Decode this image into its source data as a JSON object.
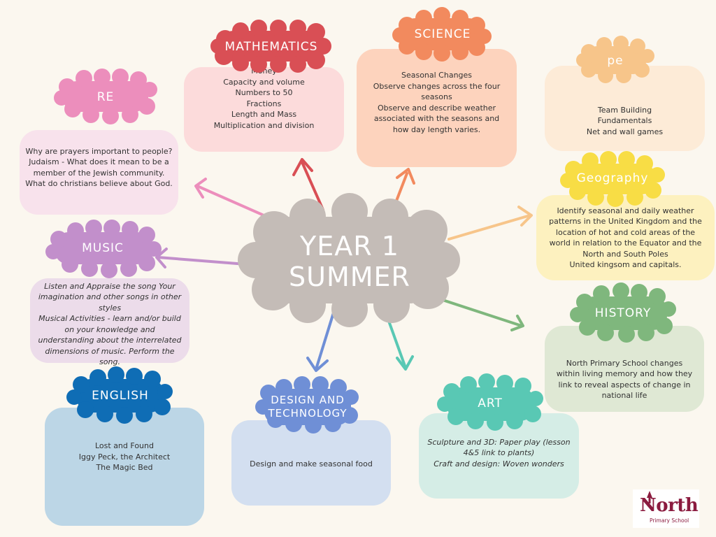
{
  "center": {
    "line1": "YEAR 1",
    "line2": "SUMMER",
    "color": "#c4bcb7"
  },
  "subjects": {
    "mathematics": {
      "label": "MATHEMATICS",
      "color": "#d94f55",
      "box_color": "#fcdbdb",
      "lines": [
        "Money",
        "Capacity and volume",
        "Numbers to 50",
        "Fractions",
        "Length and Mass",
        "Multiplication and division"
      ]
    },
    "science": {
      "label": "SCIENCE",
      "color": "#f28a5e",
      "box_color": "#fdd3bd",
      "lines": [
        "Seasonal Changes",
        "Observe changes across the four seasons",
        "Observe and describe weather associated with the seasons and how day length varies."
      ]
    },
    "pe": {
      "label": "pe",
      "color": "#f7c58a",
      "box_color": "#fdebd7",
      "lines": [
        "Team Building",
        "Fundamentals",
        "Net and wall games"
      ]
    },
    "re": {
      "label": "RE",
      "color": "#ec8ebc",
      "box_color": "#f8e2ec",
      "lines": [
        "Why are prayers important to people?",
        "Judaism - What does it mean to be a member of the Jewish community.",
        "What do christians believe about God."
      ]
    },
    "geography": {
      "label": "Geography",
      "color": "#f8dd45",
      "box_color": "#fdf1bf",
      "lines": [
        "Identify seasonal and daily weather patterns in the United Kingdom and the location of hot and cold areas of the world in relation to the Equator and the North and South Poles",
        "United kingsom and capitals."
      ]
    },
    "music": {
      "label": "MUSIC",
      "color": "#c28fcb",
      "box_color": "#ecdcea",
      "lines": [
        "Listen and Appraise the song Your imagination and other songs in other styles",
        "Musical Activities - learn and/or build on your knowledge and understanding about the interrelated dimensions of music. Perform the song."
      ]
    },
    "history": {
      "label": "HISTORY",
      "color": "#7fb77d",
      "box_color": "#dfe8d4",
      "lines": [
        "North Primary School changes within living memory and how  they link to reveal aspects of change in national life"
      ]
    },
    "english": {
      "label": "ENGLISH",
      "color": "#0f6db5",
      "box_color": "#bcd6e6",
      "lines": [
        "Lost and Found",
        "Iggy Peck, the Architect",
        "The Magic Bed"
      ]
    },
    "design_technology": {
      "label": "DESIGN AND TECHNOLOGY",
      "color": "#6f8fd6",
      "box_color": "#d3dff0",
      "lines": [
        "Design and make seasonal food"
      ]
    },
    "art": {
      "label": "ART",
      "color": "#59c8b4",
      "box_color": "#d5ede6",
      "lines": [
        "Sculpture and 3D: Paper play (lesson 4&5 link to plants)",
        "Craft and design: Woven wonders"
      ]
    }
  },
  "logo": {
    "name": "North",
    "subtitle": "Primary School",
    "color": "#8b1b3f"
  }
}
